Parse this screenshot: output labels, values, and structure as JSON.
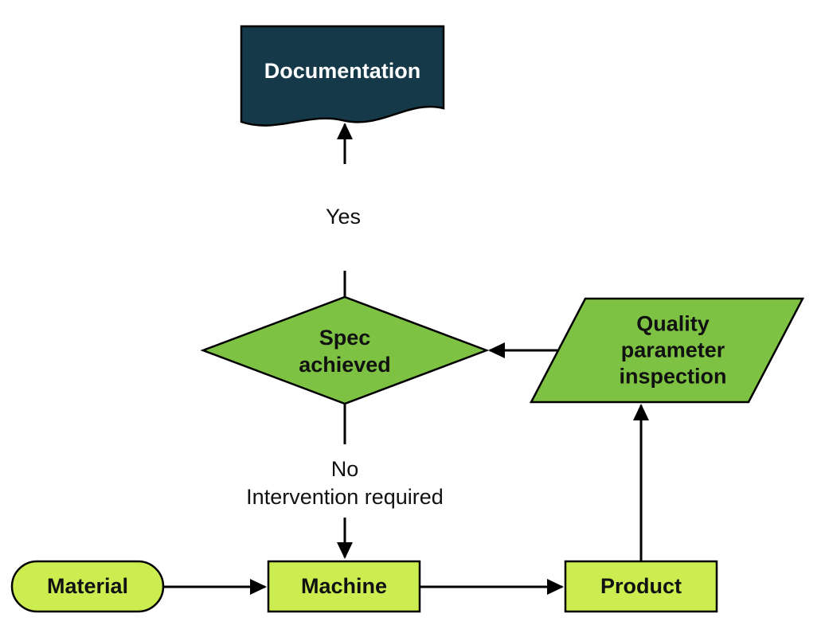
{
  "colors": {
    "document_fill": "#163949",
    "process_green": "#7dc242",
    "light_green": "#cbed4f",
    "stroke": "#000000",
    "label_dark": "#111111",
    "label_light": "#ffffff",
    "background": "#ffffff"
  },
  "diagram": {
    "nodes": {
      "documentation": {
        "label": "Documentation",
        "shape": "document"
      },
      "spec_achieved": {
        "label": "Spec\nachieved",
        "shape": "decision-diamond"
      },
      "quality_inspection": {
        "label": "Quality\nparameter\ninspection",
        "shape": "parallelogram"
      },
      "material": {
        "label": "Material",
        "shape": "stadium"
      },
      "machine": {
        "label": "Machine",
        "shape": "rectangle"
      },
      "product": {
        "label": "Product",
        "shape": "rectangle"
      }
    },
    "edge_labels": {
      "yes": "Yes",
      "no": "No\nIntervention required"
    },
    "edges": [
      {
        "from": "material",
        "to": "machine",
        "label": ""
      },
      {
        "from": "machine",
        "to": "product",
        "label": ""
      },
      {
        "from": "product",
        "to": "quality_inspection",
        "label": ""
      },
      {
        "from": "quality_inspection",
        "to": "spec_achieved",
        "label": ""
      },
      {
        "from": "spec_achieved",
        "to": "documentation",
        "label": "Yes"
      },
      {
        "from": "spec_achieved",
        "to": "machine",
        "label": "No\nIntervention required"
      }
    ]
  }
}
